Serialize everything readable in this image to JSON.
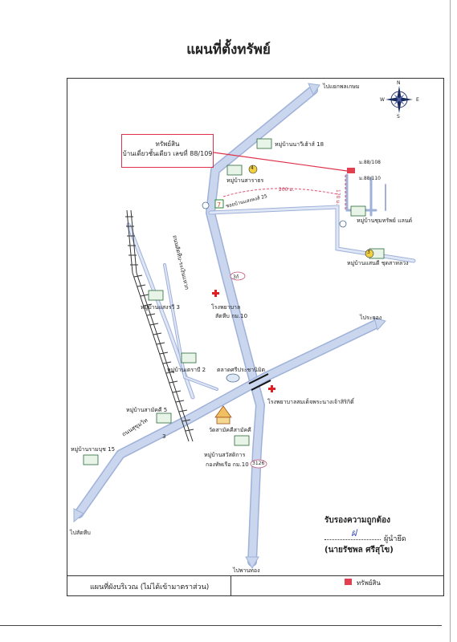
{
  "title": "แผนที่ตั้งทรัพย์",
  "callout": {
    "line1": "ทรัพย์สิน",
    "line2": "บ้านเดี่ยวชั้นเดียว เลขที่ 88/109"
  },
  "compass": {
    "n": "N",
    "e": "E",
    "w": "W",
    "s": "S"
  },
  "destinations": {
    "top": "ไปแยกพลเกษม",
    "right": "ไประยอง",
    "left": "ไปสัตหีบ",
    "bottom": "ไปพานทอง"
  },
  "road_labels": {
    "main": "ถนนสัตหีบ-ระเงินแหวก",
    "main_km": "3ก้",
    "sukhumvit": "ถนนสุขุมวิท",
    "sukhumvit_num": "3",
    "road_3126": "3126",
    "soi": "ซอยบ้านแสงหงส์ 25",
    "distance_200": "200 ม.",
    "distance_170": "170 ม.",
    "plots": "ม.88/108",
    "plots2": "ม.88/110"
  },
  "places": [
    {
      "name": "หมู่บ้านนาวีเฮ้าส์ 18"
    },
    {
      "name": "หมู่บ้านสาราธร",
      "num": "4"
    },
    {
      "name": "หมู่บ้านชุมทรัพย์ แลนด์"
    },
    {
      "name": "หมู่บ้านแสนดี ชุดสาหลวง",
      "num": "3"
    },
    {
      "name": "หมู่บ้านแสงรวี 3"
    },
    {
      "name": "โรงพยาบาล",
      "sub": "สัตหีบ กม.10"
    },
    {
      "name": "หมู่บ้านเตราบี 2"
    },
    {
      "name": "ตลาดศรีประชานิมิต"
    },
    {
      "name": "โรงพยาบาลสมเด็จพระนางเจ้าสิริกิติ์"
    },
    {
      "name": "หมู่บ้านสามัคคี 5"
    },
    {
      "name": "วัดสามัคคีสามัคคี"
    },
    {
      "name": "หมู่บ้านรามบุช 15"
    },
    {
      "name": "หมู่บ้านสวัสดิการ",
      "sub": "กองทัพเรือ กม.10"
    }
  ],
  "certification": {
    "line1": "รับรองความถูกต้อง",
    "role": "ผู้นำยึด",
    "name": "(นายรัชพล ศรีสุโข)"
  },
  "footer": {
    "caption": "แผนที่ผังบริเวณ (ไม่ได้เข้ามาตราส่วน)",
    "legend": "ทรัพย์สิน"
  },
  "colors": {
    "road": "#c9d6ee",
    "road_edge": "#9fb1d9",
    "property": "#e04050",
    "hospital": "#e02020",
    "rail": "#333333"
  }
}
